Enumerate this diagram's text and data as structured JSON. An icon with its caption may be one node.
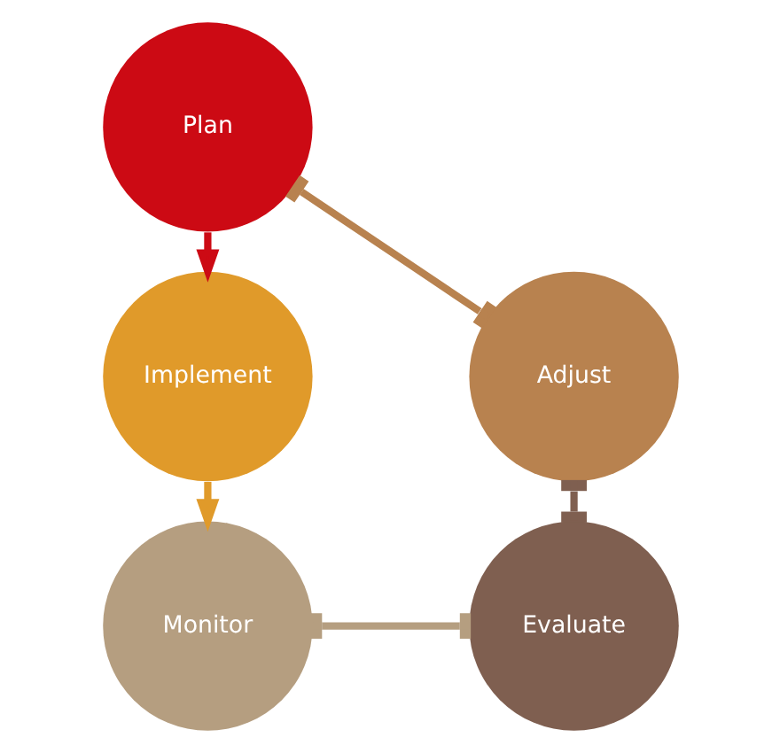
{
  "diagram": {
    "nodes": [
      {
        "text": [
          "Plan"
        ]
      },
      {
        "text": [
          "Implement"
        ]
      },
      {
        "text": [
          "Monitor"
        ]
      },
      {
        "text": [
          "Evaluate"
        ]
      },
      {
        "text": [
          "Adjust"
        ]
      }
    ],
    "edges": [
      {
        "from": 0,
        "to": 1,
        "arrow": "to",
        "color": "#cc0a14"
      },
      {
        "from": 1,
        "to": 2,
        "arrow": "to",
        "color": "#e09a2a"
      },
      {
        "from": 2,
        "to": 3,
        "arrow": "other",
        "color": "#b59e80"
      },
      {
        "from": 3,
        "to": 4,
        "arrow": "other",
        "color": "#7f5f50"
      },
      {
        "from": 4,
        "to": 0,
        "arrow": "other",
        "color": "#b8824f"
      }
    ]
  }
}
